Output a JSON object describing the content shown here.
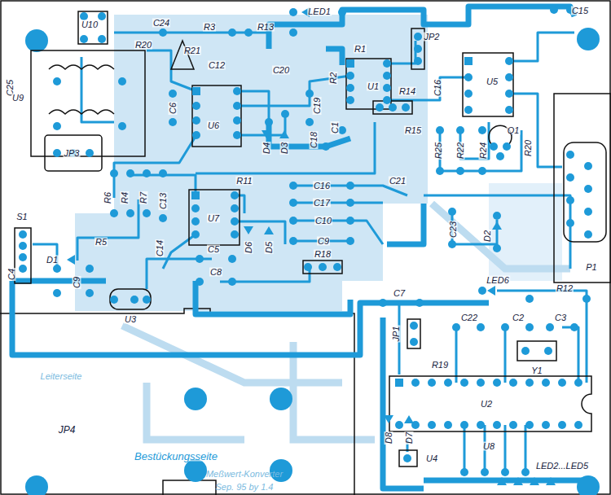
{
  "diagram": {
    "labels": [
      "U10",
      "C24",
      "R3",
      "R13",
      "LED1",
      "R1",
      "C15",
      "R20",
      "R21",
      "C12",
      "C20",
      "C25",
      "U9",
      "R2",
      "U1",
      "JP2",
      "U5",
      "C16",
      "C6",
      "C19",
      "D4",
      "D3",
      "C18",
      "C1",
      "R14",
      "R15",
      "U6",
      "R25",
      "R22",
      "R24",
      "Q1",
      "R20",
      "P1",
      "JP3",
      "R11",
      "C16",
      "C21",
      "R6",
      "R4",
      "R7",
      "C13",
      "U7",
      "C17",
      "C10",
      "D6",
      "D5",
      "C23",
      "D2",
      "S1",
      "R5",
      "C9",
      "C14",
      "D1",
      "C4",
      "C9",
      "U3",
      "C5",
      "C8",
      "R18",
      "C7",
      "LED6",
      "R12",
      "C22",
      "C2",
      "C3",
      "JP1",
      "R19",
      "Y1",
      "Leiterseite",
      "U2",
      "JP4",
      "D8",
      "D7",
      "U8",
      "Bestückungsseite",
      "U4",
      "Meßwert-Konverter",
      "Sep. 95 by 1.4",
      "LED2...LED5"
    ]
  }
}
